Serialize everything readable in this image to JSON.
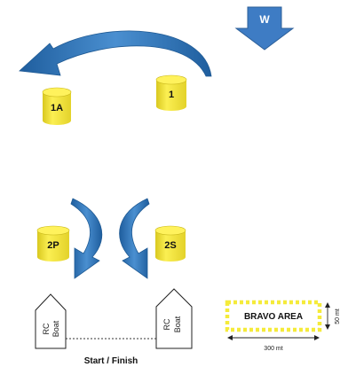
{
  "wind": {
    "label": "W",
    "color": "#3E7CC4"
  },
  "buoys": {
    "mark_1": "1",
    "mark_1a": "1A",
    "mark_2p": "2P",
    "mark_2s": "2S",
    "color": "#F2E23A"
  },
  "arrows": {
    "color": "#2F6FB4"
  },
  "committee_boats": {
    "left": {
      "line1": "RC",
      "line2": "Boat"
    },
    "right": {
      "line1": "RC",
      "line2": "Boat"
    }
  },
  "start_finish": {
    "label": "Start / Finish"
  },
  "bravo_area": {
    "label": "BRAVO AREA",
    "width_label": "300 mt",
    "height_label": "50 mt",
    "border_color": "#F5EB3A"
  }
}
